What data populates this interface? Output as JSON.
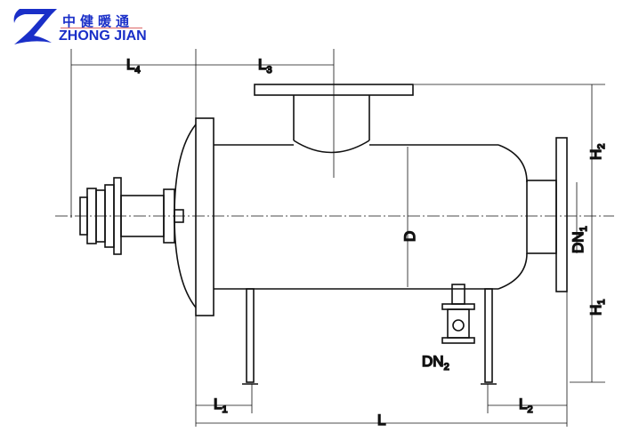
{
  "logo": {
    "chinese": "中健暖通",
    "english": "ZHONG JIAN",
    "color": "#1a2fc8"
  },
  "dimensions": {
    "L4": {
      "main": "L",
      "sub": "4"
    },
    "L3": {
      "main": "L",
      "sub": "3"
    },
    "H2": {
      "main": "H",
      "sub": "2"
    },
    "H1": {
      "main": "H",
      "sub": "1"
    },
    "D": {
      "main": "D"
    },
    "DN1": {
      "main": "DN",
      "sub": "1"
    },
    "DN2": {
      "main": "DN",
      "sub": "2"
    },
    "L1": {
      "main": "L",
      "sub": "1"
    },
    "L2": {
      "main": "L",
      "sub": "2"
    },
    "L": {
      "main": "L"
    }
  }
}
